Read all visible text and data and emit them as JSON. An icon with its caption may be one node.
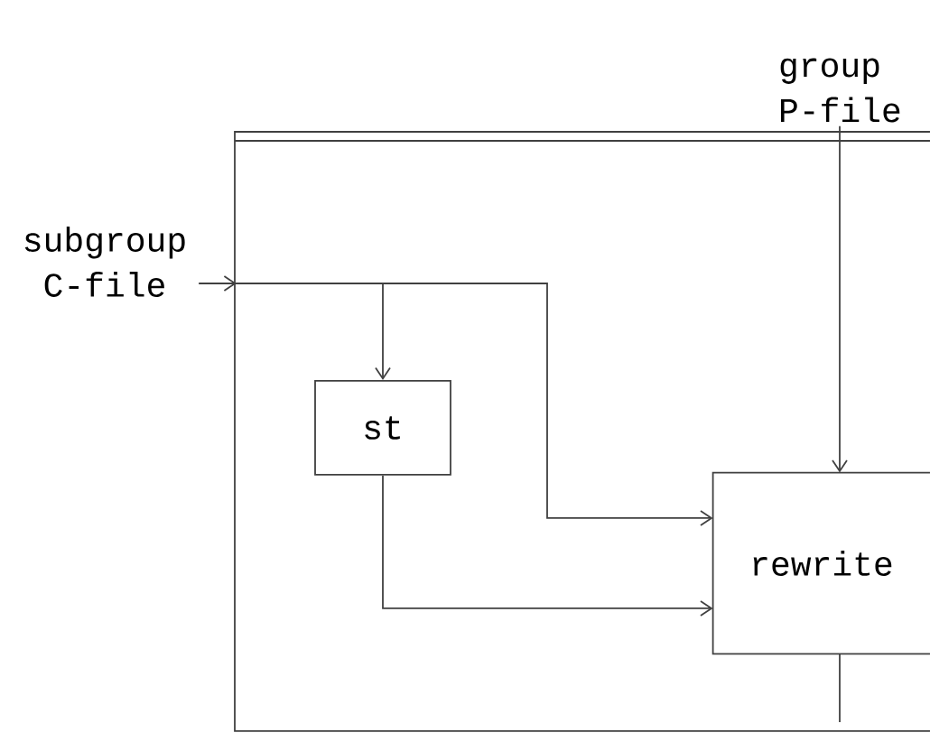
{
  "diagram": {
    "nodes": [
      {
        "text": [
          "group P-file"
        ]
      },
      {
        "text": [
          "subgroup C-file"
        ]
      },
      {
        "text": [
          "st"
        ]
      },
      {
        "text": [
          "rewrite"
        ]
      }
    ],
    "edges": [
      {
        "from": 0,
        "to": 3,
        "arrow": "to"
      },
      {
        "from": 1,
        "to": 2,
        "arrow": "to"
      },
      {
        "from": 1,
        "to": 3,
        "arrow": "to"
      },
      {
        "from": 2,
        "to": 3,
        "arrow": "to"
      },
      {
        "from": 3,
        "to": null,
        "arrow": "none"
      }
    ]
  }
}
